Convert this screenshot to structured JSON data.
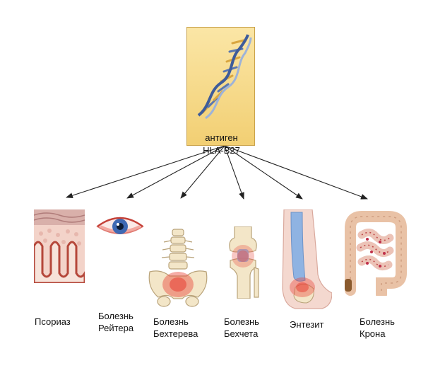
{
  "center": {
    "line1": "антиген",
    "line2": "HLA-B27",
    "icon": "dna-icon",
    "color": "#f6d88a"
  },
  "diseases": [
    {
      "line1": "Псориаз",
      "line2": "",
      "icon": "skin-cross-section-icon"
    },
    {
      "line1": "Болезнь",
      "line2": "Рейтера",
      "icon": "eye-icon"
    },
    {
      "line1": "Болезнь",
      "line2": "Бехтерева",
      "icon": "spine-pelvis-icon"
    },
    {
      "line1": "Болезнь",
      "line2": "Бехчета",
      "icon": "knee-joint-icon"
    },
    {
      "line1": "Энтезит",
      "line2": "",
      "icon": "heel-foot-icon"
    },
    {
      "line1": "Болезнь",
      "line2": "Крона",
      "icon": "intestine-icon"
    }
  ],
  "colors": {
    "inflammation": "#e8463a",
    "bone": "#f3e6c8",
    "arrow": "#222222"
  }
}
